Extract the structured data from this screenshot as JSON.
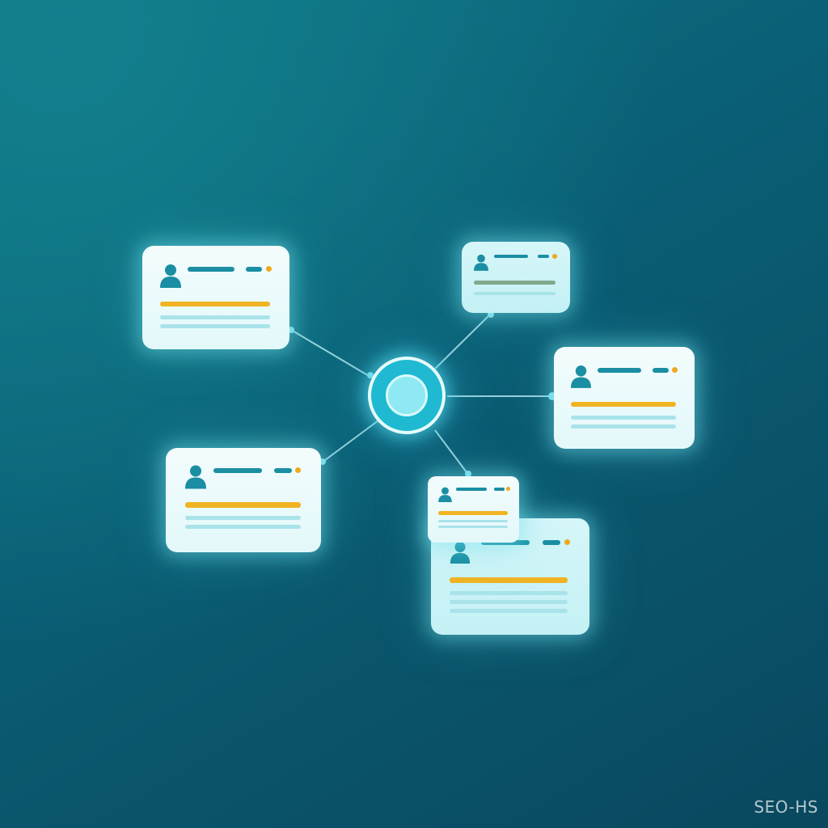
{
  "watermark": {
    "text": "SEO-HS"
  },
  "colors": {
    "background_start": "#0d7384",
    "background_end": "#09485f",
    "card": "#eefbfc",
    "accent_bar": "#f0b322",
    "name_bar": "#1a8ea3",
    "detail_line": "#a9e3ea",
    "hub": "#1fb9d2",
    "connector": "#a8e6ef"
  },
  "diagram": {
    "hub": {
      "icon": "hub-node-icon"
    },
    "cards": [
      {
        "id": "card-top-left",
        "icon": "user-icon",
        "accent": "yellow",
        "lines": 2
      },
      {
        "id": "card-top-right",
        "icon": "user-icon",
        "accent": "green",
        "lines": 1
      },
      {
        "id": "card-right",
        "icon": "user-icon",
        "accent": "yellow",
        "lines": 2
      },
      {
        "id": "card-bottom-left",
        "icon": "user-icon",
        "accent": "yellow",
        "lines": 2
      },
      {
        "id": "card-bottom-small",
        "icon": "user-icon",
        "accent": "yellow",
        "lines": 2
      },
      {
        "id": "card-bottom-large",
        "icon": "user-icon",
        "accent": "yellow",
        "lines": 3
      }
    ]
  }
}
